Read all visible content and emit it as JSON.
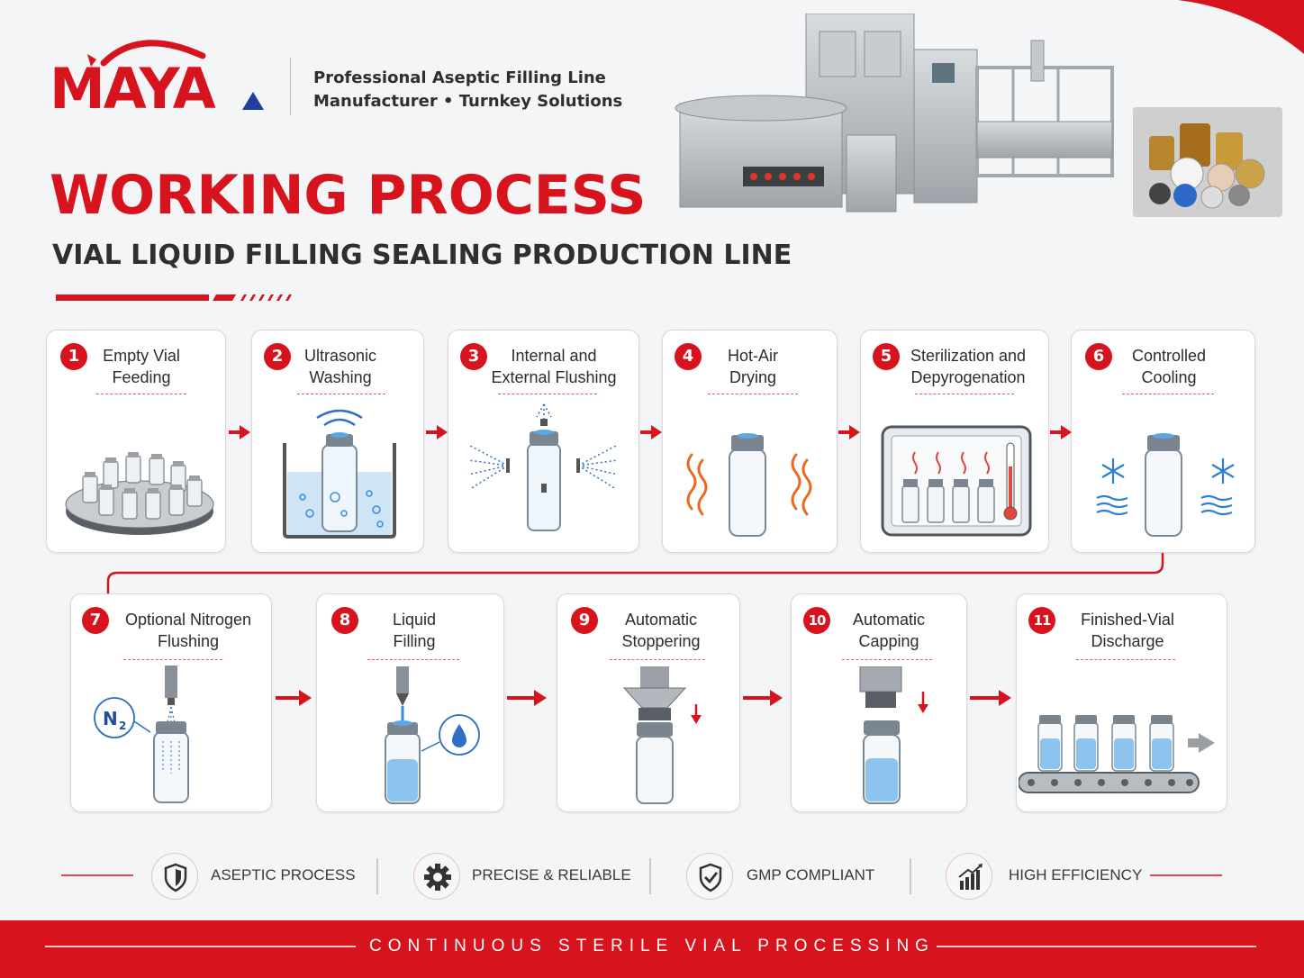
{
  "brand": {
    "logo_text": "MAYA",
    "tagline_line1": "Professional Aseptic Filling Line",
    "tagline_line2": "Manufacturer  •  Turnkey Solutions",
    "accent_color": "#d7141d"
  },
  "header": {
    "title": "WORKING PROCESS",
    "subtitle": "VIAL LIQUID FILLING SEALING PRODUCTION LINE"
  },
  "steps": [
    {
      "number": "1",
      "line1": "Empty Vial",
      "line2": "Feeding",
      "icon": "rotary-vial-table-icon"
    },
    {
      "number": "2",
      "line1": "Ultrasonic",
      "line2": "Washing",
      "icon": "ultrasonic-bath-icon"
    },
    {
      "number": "3",
      "line1": "Internal and",
      "line2": "External Flushing",
      "icon": "spray-nozzles-icon"
    },
    {
      "number": "4",
      "line1": "Hot-Air",
      "line2": "Drying",
      "icon": "heat-waves-icon"
    },
    {
      "number": "5",
      "line1": "Sterilization and",
      "line2": "Depyrogenation",
      "icon": "tunnel-oven-icon"
    },
    {
      "number": "6",
      "line1": "Controlled",
      "line2": "Cooling",
      "icon": "snowflake-icon"
    },
    {
      "number": "7",
      "line1": "Optional Nitrogen",
      "line2": "Flushing",
      "icon": "nitrogen-nozzle-icon",
      "badge": "N"
    },
    {
      "number": "8",
      "line1": "Liquid",
      "line2": "Filling",
      "icon": "filling-needle-icon"
    },
    {
      "number": "9",
      "line1": "Automatic",
      "line2": "Stoppering",
      "icon": "stopper-funnel-icon"
    },
    {
      "number": "10",
      "line1": "Automatic",
      "line2": "Capping",
      "icon": "capping-head-icon"
    },
    {
      "number": "11",
      "line1": "Finished-Vial",
      "line2": "Discharge",
      "icon": "conveyor-icon"
    }
  ],
  "features": [
    {
      "label": "ASEPTIC PROCESS",
      "icon": "shield-icon"
    },
    {
      "label": "PRECISE & RELIABLE",
      "icon": "gear-icon"
    },
    {
      "label": "GMP COMPLIANT",
      "icon": "check-shield-icon"
    },
    {
      "label": "HIGH EFFICIENCY",
      "icon": "bar-chart-icon"
    }
  ],
  "footer": {
    "text": "CONTINUOUS STERILE VIAL PROCESSING"
  }
}
